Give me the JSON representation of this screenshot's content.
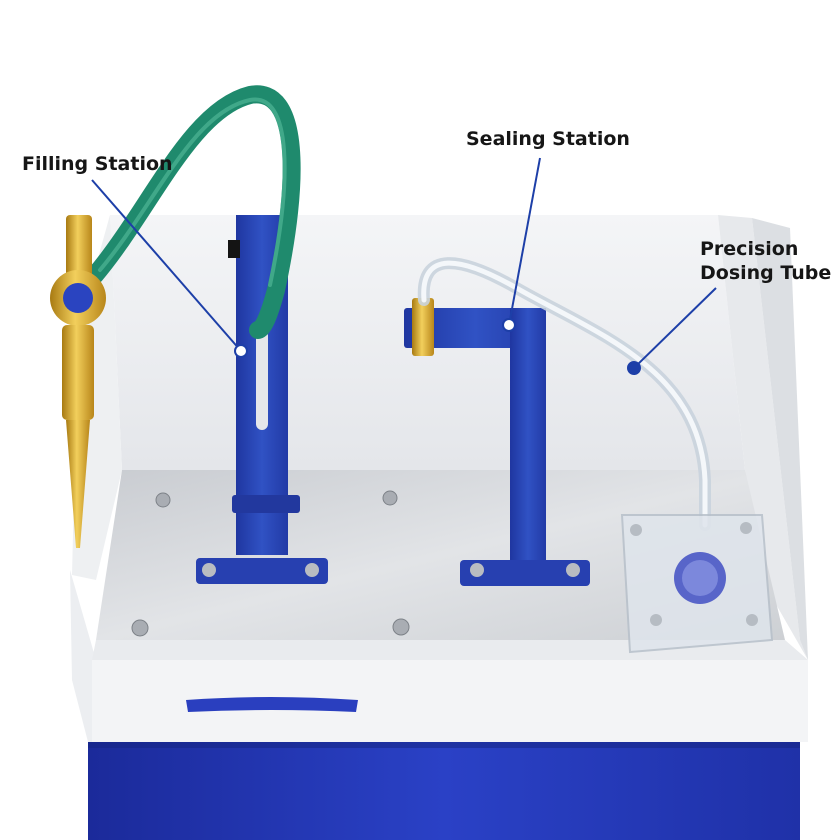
{
  "callouts": {
    "filling_station": "Filling Station",
    "sealing_station": "Sealing Station",
    "precision_dosing_tube_line1": "Precision",
    "precision_dosing_tube_line2": "Dosing Tube"
  },
  "colors": {
    "machine_blue": "#2338b8",
    "stand_blue": "#2a49b8",
    "hose_green": "#1f8a6d",
    "brass": "#d4a52a",
    "leader_line": "#1d3fa8",
    "aluminum_plate": "#d6d9dd",
    "white_housing": "#f0f1f3"
  }
}
